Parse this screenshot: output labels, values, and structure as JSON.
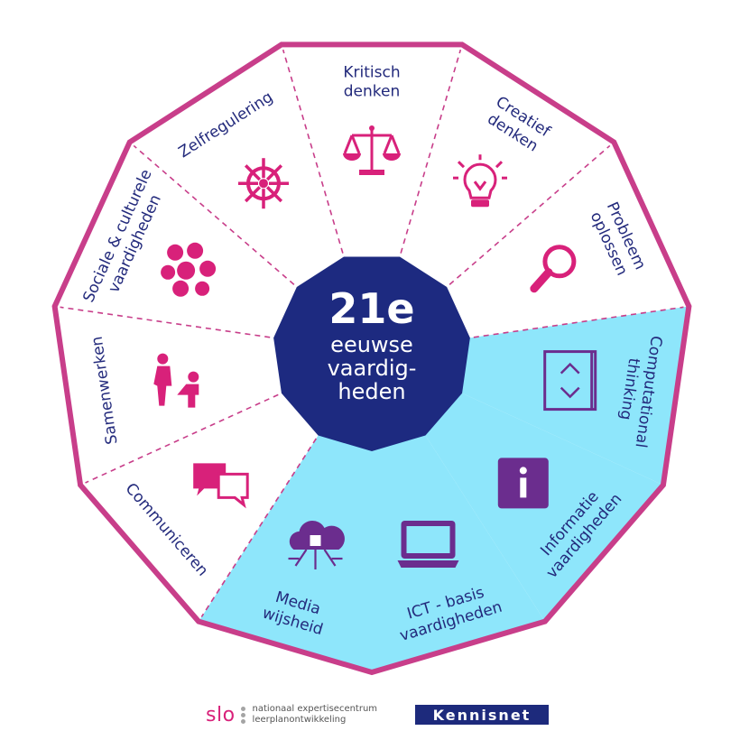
{
  "center": {
    "big": "21e",
    "lines": [
      "eeuwse",
      "vaardig-",
      "heden"
    ]
  },
  "segments": [
    {
      "id": "kritisch",
      "lines": [
        "Kritisch",
        "denken"
      ],
      "icon": "scale-icon",
      "highlight": false
    },
    {
      "id": "creatief",
      "lines": [
        "Creatief",
        "denken"
      ],
      "icon": "lightbulb-icon",
      "highlight": false
    },
    {
      "id": "probleem",
      "lines": [
        "Probleem",
        "oplossen"
      ],
      "icon": "magnifier-icon",
      "highlight": false
    },
    {
      "id": "computational",
      "lines": [
        "Computational",
        "thinking"
      ],
      "icon": "tablet-arrows-icon",
      "highlight": true
    },
    {
      "id": "informatie",
      "lines": [
        "Informatie",
        "vaardigheden"
      ],
      "icon": "info-icon",
      "highlight": true
    },
    {
      "id": "ict",
      "lines": [
        "ICT - basis",
        "vaardigheden"
      ],
      "icon": "laptop-icon",
      "highlight": true
    },
    {
      "id": "media",
      "lines": [
        "Media",
        "wijsheid"
      ],
      "icon": "cloud-network-icon",
      "highlight": true
    },
    {
      "id": "communiceren",
      "lines": [
        "Communiceren"
      ],
      "icon": "speech-bubbles-icon",
      "highlight": false
    },
    {
      "id": "samenwerken",
      "lines": [
        "Samenwerken"
      ],
      "icon": "people-working-icon",
      "highlight": false
    },
    {
      "id": "sociaal",
      "lines": [
        "Sociale & culturele",
        "vaardigheden"
      ],
      "icon": "group-icon",
      "highlight": false
    },
    {
      "id": "zelfregulering",
      "lines": [
        "Zelfregulering"
      ],
      "icon": "ship-wheel-icon",
      "highlight": false
    }
  ],
  "colors": {
    "outline": "#c83e8a",
    "highlight": "#8ee6fb",
    "center": "#1d2a80",
    "magenta": "#d8217a",
    "purple": "#6b2d8e",
    "text": "#232a7c"
  },
  "footer": {
    "slo": "slo",
    "slo_sub": [
      "nationaal expertisecentrum",
      "leerplanontwikkeling"
    ],
    "kennisnet": "Kennisnet"
  }
}
